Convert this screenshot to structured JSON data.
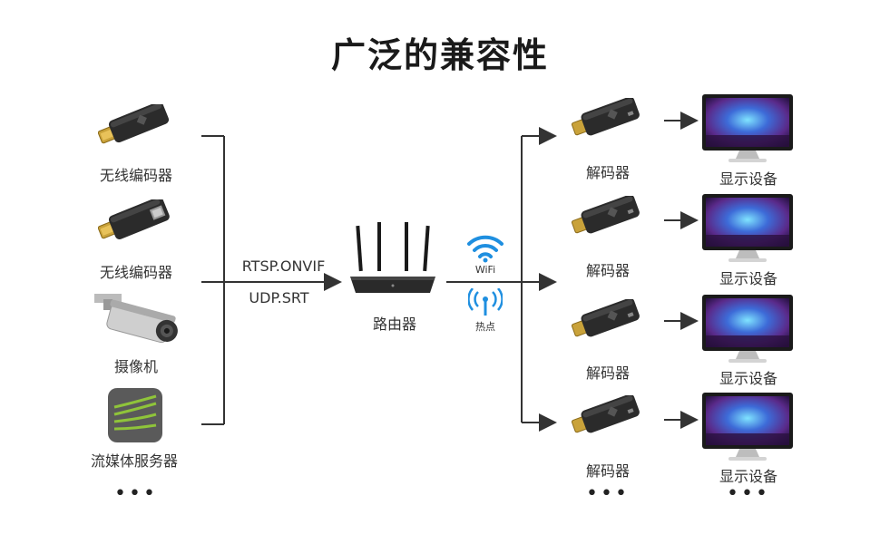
{
  "title": "广泛的兼容性",
  "sources": [
    {
      "label": "无线编码器",
      "icon": "hdmi-encoder-icon"
    },
    {
      "label": "无线编码器",
      "icon": "hdmi-encoder-ethernet-icon"
    },
    {
      "label": "摄像机",
      "icon": "camera-icon"
    },
    {
      "label": "流媒体服务器",
      "icon": "streaming-server-icon"
    }
  ],
  "sources_more": "•••",
  "protocols": {
    "top": "RTSP.ONVIF",
    "bottom": "UDP.SRT"
  },
  "router": {
    "label": "路由器",
    "icon": "router-icon"
  },
  "wireless": {
    "wifi_label": "WiFi",
    "hotspot_label": "热点",
    "wifi_color": "#1f8fe0"
  },
  "decoders": [
    {
      "label": "解码器",
      "display_label": "显示设备"
    },
    {
      "label": "解码器",
      "display_label": "显示设备"
    },
    {
      "label": "解码器",
      "display_label": "显示设备"
    },
    {
      "label": "解码器",
      "display_label": "显示设备"
    }
  ],
  "decoders_more": "•••",
  "displays_more": "•••"
}
